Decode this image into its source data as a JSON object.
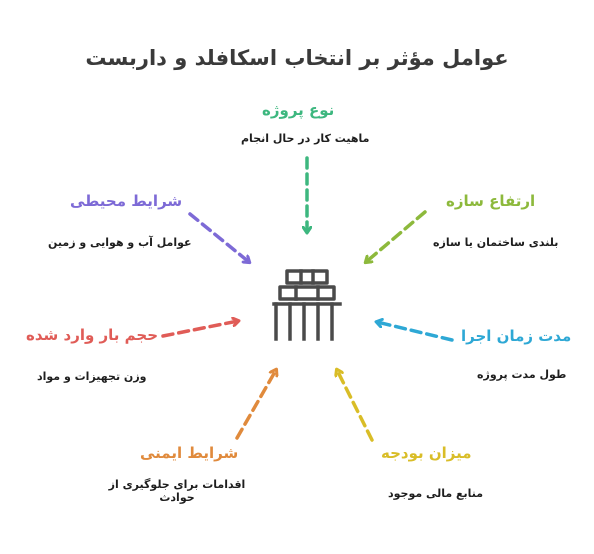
{
  "title": "عوامل مؤثر بر انتخاب اسکافلد و داربست",
  "colors": {
    "title": "#3a3a3a",
    "project_type": "#3db77f",
    "structure_height": "#8db93c",
    "duration": "#2ea8d5",
    "budget": "#d9bd27",
    "safety": "#e08a3c",
    "load": "#e05c57",
    "environment": "#7d6ad6",
    "icon": "#4a4a4a"
  },
  "factors": {
    "project_type": {
      "title": "نوع پروژه",
      "desc": "ماهیت کار در حال انجام"
    },
    "structure_height": {
      "title": "ارتفاع سازه",
      "desc": "بلندی ساختمان یا سازه"
    },
    "duration": {
      "title": "مدت زمان اجرا",
      "desc": "طول مدت پروژه"
    },
    "budget": {
      "title": "میزان بودجه",
      "desc": "منابع مالی موجود"
    },
    "safety": {
      "title": "شرایط ایمنی",
      "desc": "اقدامات برای جلوگیری از حوادث"
    },
    "load": {
      "title": "حجم بار وارد شده",
      "desc": "وزن تجهیزات و مواد"
    },
    "environment": {
      "title": "شرایط محیطی",
      "desc": "عوامل آب و هوایی و زمین"
    }
  },
  "center_icon": "scaffold-icon"
}
